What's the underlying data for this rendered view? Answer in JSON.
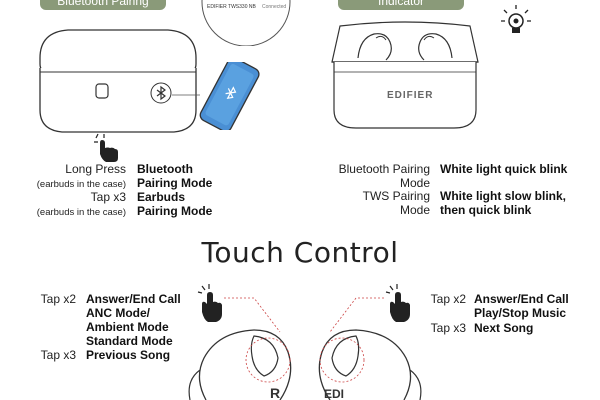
{
  "top_left": {
    "pill": "Bluetooth Pairing",
    "phone_label": "EDIFIER TWS330 NB",
    "phone_status": "Connected",
    "rows": [
      {
        "action": "Long Press",
        "note": "(earbuds in the case)",
        "result1": "Bluetooth",
        "result2": "Pairing Mode"
      },
      {
        "action": "Tap x3",
        "note": "(earbuds in the case)",
        "result1": "Earbuds",
        "result2": "Pairing Mode"
      }
    ]
  },
  "top_right": {
    "pill": "Indicator",
    "case_brand": "EDIFIER",
    "rows": [
      {
        "mode1": "Bluetooth Pairing",
        "mode2": "Mode",
        "result1": "White light quick blink",
        "result2": ""
      },
      {
        "mode1": "TWS Pairing",
        "mode2": "Mode",
        "result1": "White light slow blink,",
        "result2": "then quick blink"
      }
    ]
  },
  "section_title": "Touch Control",
  "left_controls": [
    {
      "action": "Tap x2",
      "lines": [
        "Answer/End Call",
        "ANC Mode/",
        "Ambient Mode",
        "Standard Mode"
      ]
    },
    {
      "action": "Tap x3",
      "lines": [
        "Previous Song"
      ]
    }
  ],
  "right_controls": [
    {
      "action": "Tap x2",
      "lines": [
        "Answer/End Call",
        "Play/Stop Music"
      ]
    },
    {
      "action": "Tap x3",
      "lines": [
        "Next Song"
      ]
    }
  ],
  "colors": {
    "pill": "#8a9a79",
    "phone": "#4a8fd4"
  }
}
